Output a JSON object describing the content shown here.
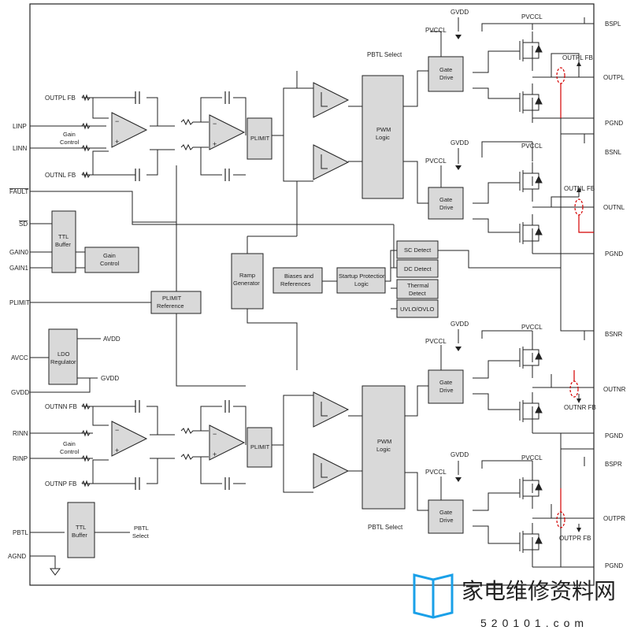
{
  "pins_left": {
    "outpl_fb": "OUTPL FB",
    "linp": "LINP",
    "linn": "LINN",
    "outnl_fb": "OUTNL FB",
    "fault": "FAULT",
    "sd": "SD",
    "gain0": "GAIN0",
    "gain1": "GAIN1",
    "plimit": "PLIMIT",
    "avcc": "AVCC",
    "gvdd": "GVDD",
    "outnn_fb": "OUTNN FB",
    "rinn": "RINN",
    "rinp": "RINP",
    "outnp_fb": "OUTNP FB",
    "pbtl": "PBTL",
    "agnd": "AGND"
  },
  "pins_right": {
    "bspl": "BSPL",
    "outpl": "OUTPL",
    "pgnd_1": "PGND",
    "bsnl": "BSNL",
    "outnl": "OUTNL",
    "pgnd_2": "PGND",
    "bsnr": "BSNR",
    "outnr": "OUTNR",
    "pgnd_3": "PGND",
    "bspr": "BSPR",
    "outpr": "OUTPR",
    "pgnd_4": "PGND"
  },
  "blocks": {
    "gain_control": [
      "Gain",
      "Control"
    ],
    "plimit": "PLIMIT",
    "pwm_logic": [
      "PWM",
      "Logic"
    ],
    "gate_drive": [
      "Gate",
      "Drive"
    ],
    "ttl_buffer_top": [
      "TTL",
      "Buffer"
    ],
    "gain_control_box": [
      "Gain",
      "Control"
    ],
    "ramp_generator": [
      "Ramp",
      "Generator"
    ],
    "biases": [
      "Biases and",
      "References"
    ],
    "startup": [
      "Startup Protection",
      "Logic"
    ],
    "sc_detect": "SC Detect",
    "dc_detect": "DC Detect",
    "thermal_detect": [
      "Thermal",
      "Detect"
    ],
    "uvlo": "UVLO/OVLO",
    "plimit_reference": [
      "PLIMIT",
      "Reference"
    ],
    "ldo": [
      "LDO",
      "Regulator"
    ],
    "ttl_buffer_bottom": [
      "TTL",
      "Buffer"
    ],
    "pbtl_select_out": [
      "PBTL",
      "Select"
    ]
  },
  "internal_labels": {
    "avdd": "AVDD",
    "gvdd": "GVDD",
    "pvccl": "PVCCL",
    "pbtl_select": "PBTL Select",
    "outpl_fb": "OUTPL FB",
    "outnl_fb": "OUTNL FB",
    "outnr_fb": "OUTNR FB",
    "outpr_fb": "OUTPR FB"
  },
  "watermark": {
    "text": "家电维修资料网",
    "url": "520101.com"
  },
  "colors": {
    "line": "#222222",
    "block_fill": "#d9d9d9",
    "highlight": "#d40000",
    "watermark": "#1aa0e8"
  }
}
